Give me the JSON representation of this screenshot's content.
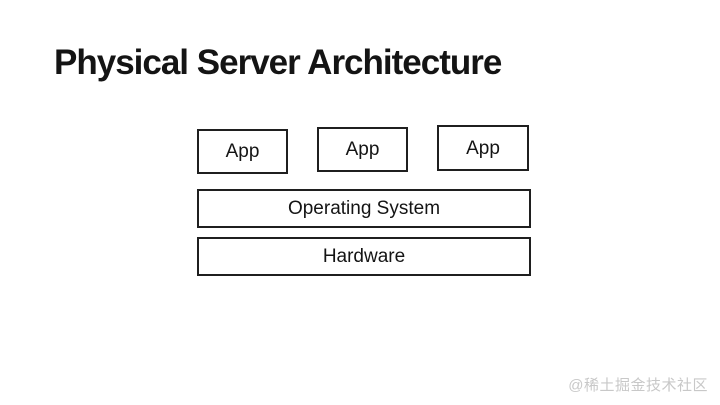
{
  "page": {
    "title": "Physical Server Architecture",
    "watermark": "@稀土掘金技术社区"
  },
  "diagram": {
    "app_boxes": [
      {
        "label": "App"
      },
      {
        "label": "App"
      },
      {
        "label": "App"
      }
    ],
    "os_box": {
      "label": "Operating System"
    },
    "hardware_box": {
      "label": "Hardware"
    },
    "colors": {
      "background": "#ffffff",
      "box_fill": "#ffffff",
      "box_border": "#1f1f1f",
      "text": "#141414",
      "watermark": "#c8c8c8"
    }
  }
}
